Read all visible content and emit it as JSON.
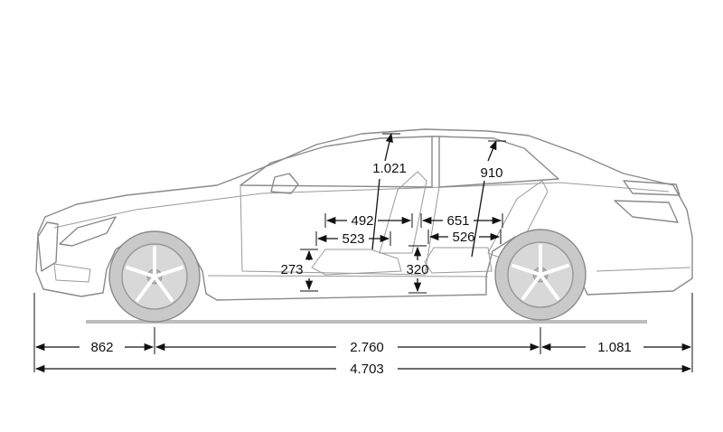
{
  "diagram": {
    "colors": {
      "dimension": "#111111",
      "car_outline": "#8a8a8a",
      "wheel_fill": "#c9c9c9",
      "ground": "#bdbdbd"
    },
    "dimensions": {
      "front_overhang": "862",
      "wheelbase": "2.760",
      "rear_overhang": "1.081",
      "overall_length": "4.703",
      "front_headroom": "1.021",
      "rear_headroom": "910",
      "front_shoulder": "492",
      "front_seat_depth": "523",
      "rear_shoulder": "651",
      "rear_seat_depth": "526",
      "front_seat_height": "273",
      "rear_seat_height": "320"
    }
  }
}
